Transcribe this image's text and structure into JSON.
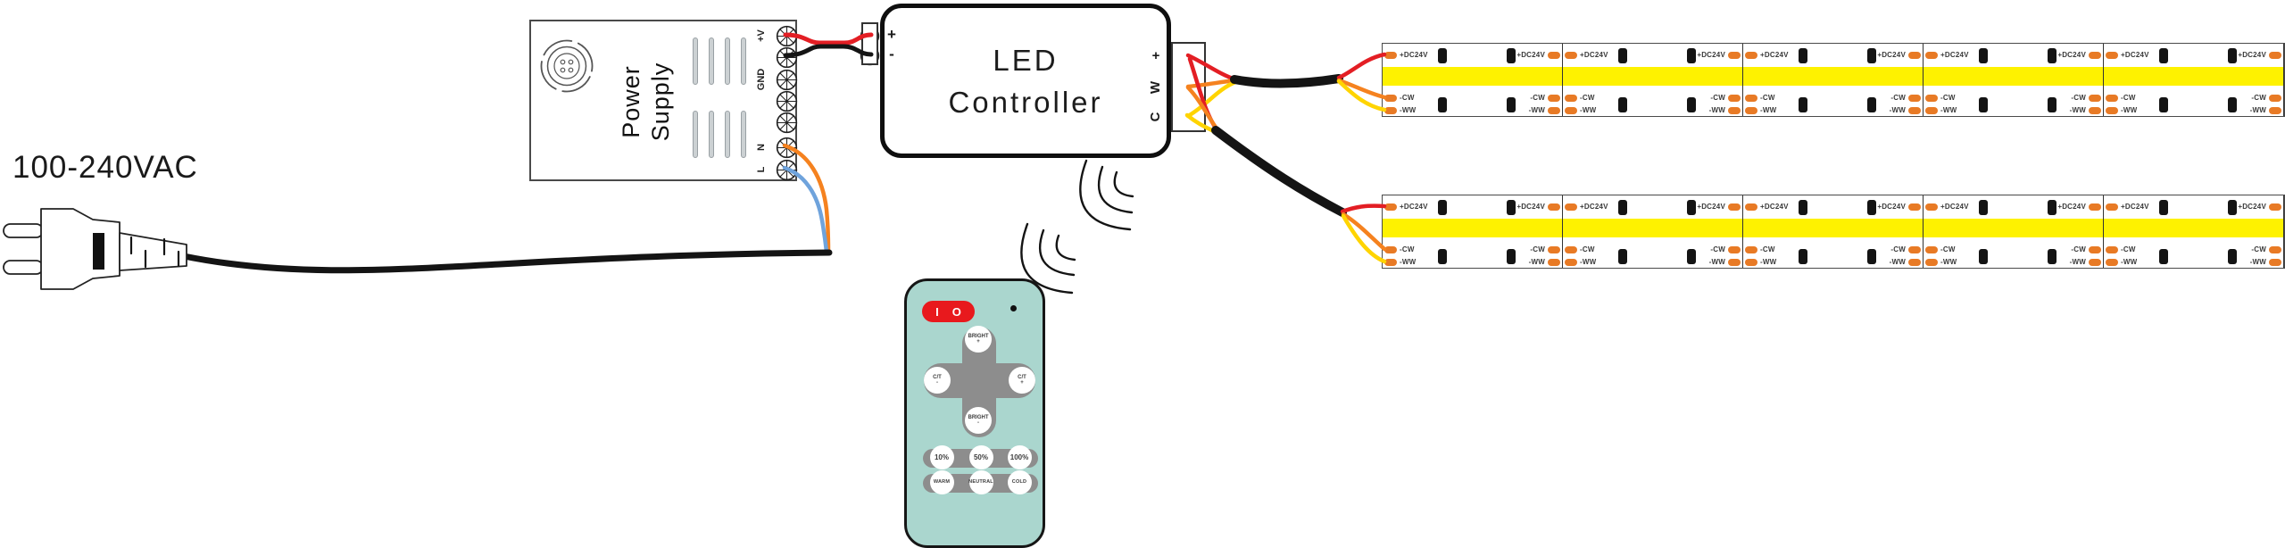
{
  "diagram": {
    "ac_input_label": "100-240VAC",
    "power_supply": {
      "title": [
        "Power",
        "Supply"
      ],
      "terminals": [
        {
          "label": "+V"
        },
        {
          "label": ""
        },
        {
          "label": "GND"
        },
        {
          "label": ""
        },
        {
          "label": ""
        },
        {
          "label": "N"
        },
        {
          "label": "L"
        }
      ]
    },
    "led_controller": {
      "title": [
        "LED",
        "Controller"
      ],
      "input_terminals": [
        "+",
        "-"
      ],
      "output_terminals": [
        "+",
        "W",
        "C"
      ]
    },
    "led_strips": {
      "strip_count": 2,
      "segments_per_strip": 5,
      "pad_labels": {
        "power": "+DC24V",
        "cool_white": "-CW",
        "warm_white": "-WW"
      }
    },
    "remote": {
      "power_buttons": [
        "I",
        "O"
      ],
      "dpad_buttons": [
        {
          "id": "up",
          "label": [
            "BRIGHT",
            "+"
          ]
        },
        {
          "id": "left",
          "label": [
            "C/T",
            "-"
          ]
        },
        {
          "id": "right",
          "label": [
            "C/T",
            "+"
          ]
        },
        {
          "id": "down",
          "label": [
            "BRIGHT",
            "-"
          ]
        }
      ],
      "brightness_buttons": [
        "10%",
        "50%",
        "100%"
      ],
      "temperature_buttons": [
        "WARM",
        "NEUTRAL",
        "COLD"
      ]
    },
    "colors": {
      "wire_red": "#e31e24",
      "wire_orange": "#f5821f",
      "wire_yellow": "#ffd400",
      "wire_blue": "#6fa3dc",
      "strip_band_yellow": "#fef200",
      "pad_orange": "#e87a25",
      "remote_body": "#aad6ce",
      "remote_button_red": "#e8191d",
      "remote_gray": "#8d8d8d"
    }
  }
}
